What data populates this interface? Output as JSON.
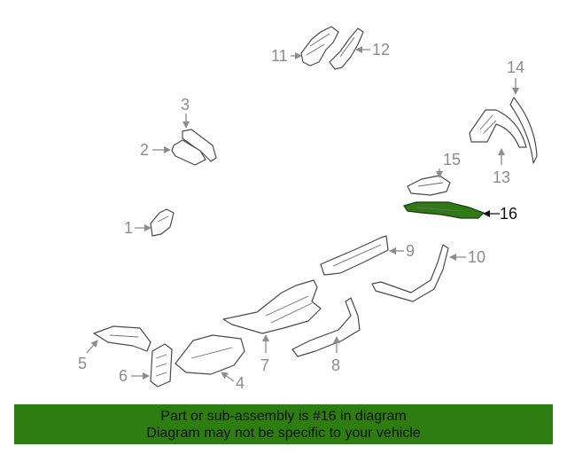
{
  "callouts": [
    {
      "id": "1",
      "label": "1"
    },
    {
      "id": "2",
      "label": "2"
    },
    {
      "id": "3",
      "label": "3"
    },
    {
      "id": "4",
      "label": "4"
    },
    {
      "id": "5",
      "label": "5"
    },
    {
      "id": "6",
      "label": "6"
    },
    {
      "id": "7",
      "label": "7"
    },
    {
      "id": "8",
      "label": "8"
    },
    {
      "id": "9",
      "label": "9"
    },
    {
      "id": "10",
      "label": "10"
    },
    {
      "id": "11",
      "label": "11"
    },
    {
      "id": "12",
      "label": "12"
    },
    {
      "id": "13",
      "label": "13"
    },
    {
      "id": "14",
      "label": "14"
    },
    {
      "id": "15",
      "label": "15"
    },
    {
      "id": "16",
      "label": "16"
    }
  ],
  "highlighted_part": "16",
  "colors": {
    "banner_background": "#2d7d10",
    "highlight_part": "#2f7a17",
    "label_gray": "#8c8c8c"
  },
  "banner": {
    "line1": "Part or sub-assembly is #16 in diagram",
    "line2": "Diagram may not be specific to your vehicle"
  }
}
